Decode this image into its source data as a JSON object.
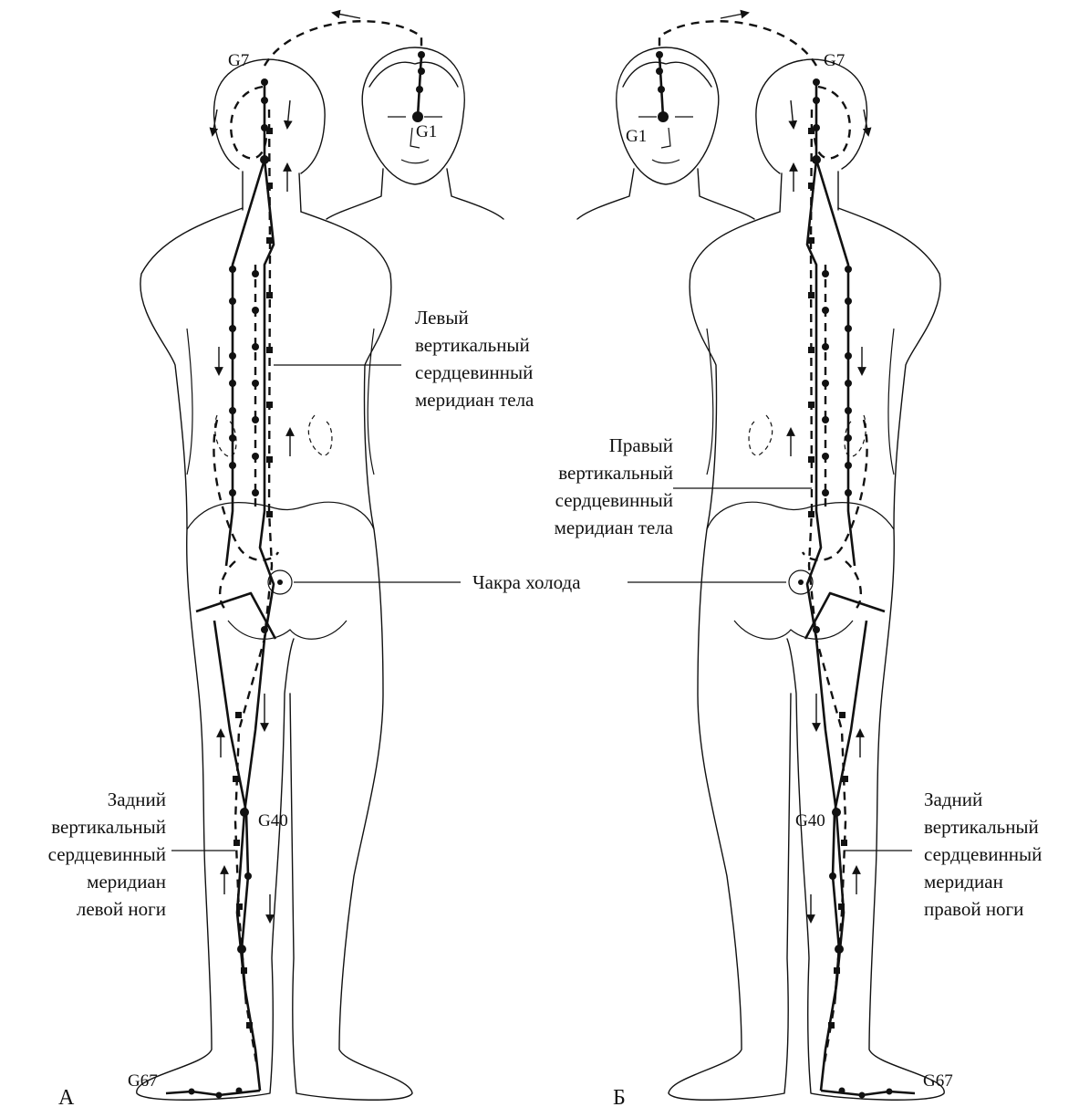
{
  "panels": {
    "left": "А",
    "right": "Б"
  },
  "points": {
    "g7_left": "G7",
    "g7_right": "G7",
    "g1_left": "G1",
    "g1_right": "G1",
    "g40_left": "G40",
    "g40_right": "G40",
    "g67_left": "G67",
    "g67_right": "G67"
  },
  "labels": {
    "left_body_meridian": [
      "Левый",
      "вертикальный",
      "сердцевинный",
      "меридиан тела"
    ],
    "right_body_meridian": [
      "Правый",
      "вертикальный",
      "сердцевинный",
      "меридиан тела"
    ],
    "cold_chakra": "Чакра холода",
    "left_leg_meridian": [
      "Задний",
      "вертикальный",
      "сердцевинный",
      "меридиан",
      "левой ноги"
    ],
    "right_leg_meridian": [
      "Задний",
      "вертикальный",
      "сердцевинный",
      "меридиан",
      "правой ноги"
    ]
  },
  "colors": {
    "ink": "#111111",
    "paper": "#ffffff"
  }
}
